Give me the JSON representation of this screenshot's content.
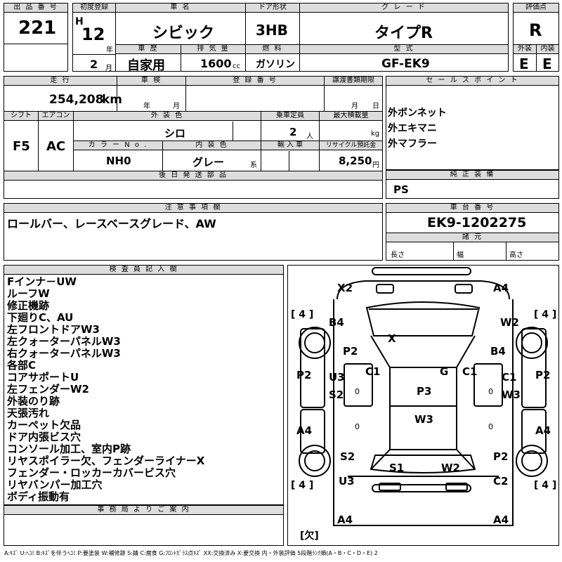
{
  "header": {
    "lot_label": "出 品 番 号",
    "lot": "221",
    "first_reg_label": "初度登録",
    "era": "H",
    "year": "12",
    "year_unit": "年",
    "month": "2",
    "month_unit": "月",
    "car_name_label": "車 名",
    "car_name": "シビック",
    "door_label": "ドア形状",
    "door": "3HB",
    "grade_label": "グ レ ー ド",
    "grade": "タイプR",
    "score_label": "評価点",
    "score": "R",
    "history_label": "車 歴",
    "history": "自家用",
    "displacement_label": "排 気 量",
    "displacement": "1600",
    "displacement_unit": "cc",
    "fuel_label": "燃 料",
    "fuel": "ガソリン",
    "model_label": "型 式",
    "model": "GF-EK9",
    "ext_label": "外装",
    "ext": "E",
    "int_label": "内装",
    "int": "E"
  },
  "row2": {
    "mileage_label": "走 行",
    "mileage": "254,208",
    "mileage_unit": "km",
    "inspection_label": "車 検",
    "insp_year_unit": "年",
    "insp_month_unit": "月",
    "reg_label": "登 録 番 号",
    "deadline_label": "譲渡書類期限",
    "deadline_month_unit": "月",
    "deadline_day_unit": "日",
    "sales_point_label": "セ ー ル ス ポ イ ン ト",
    "sales_points": [
      "外ボンネット",
      "外エキマニ",
      "外マフラー"
    ],
    "shift_label": "シフト",
    "shift": "F5",
    "aircon_label": "エアコン",
    "aircon": "AC",
    "ext_color_label": "外 装 色",
    "ext_color": "シロ",
    "capacity_label": "乗車定員",
    "capacity": "2",
    "capacity_unit": "人",
    "load_label": "最大積載量",
    "load_unit": "kg",
    "color_no_label": "カ ラ ー N o .",
    "color_no": "NH0",
    "int_color_label": "内 装 色",
    "int_color": "グレー",
    "int_color_unit": "系",
    "import_label": "輸 入 車",
    "recycle_label": "リサイクル預託金",
    "recycle": "8,250",
    "recycle_unit": "円",
    "later_parts_label": "後 日 発 送 部 品",
    "genuine_label": "純 正 装 備",
    "genuine": "PS"
  },
  "row3": {
    "caution_label": "注 意 事 項 欄",
    "caution": "ロールバー、レースベースグレード、AW",
    "chassis_label": "車 台 番 号",
    "chassis": "EK9-1202275",
    "specs_label": "諸 元",
    "length_label": "長さ",
    "width_label": "幅",
    "height_label": "高さ"
  },
  "inspector": {
    "label": "検 査 員 記 入 欄",
    "notes": [
      "Fインナ－UW",
      "ルーフW",
      "修正機跡",
      "下廻りC、AU",
      "左フロントドアW3",
      "左クォーターパネルW3",
      "右クォーターパネルW3",
      "各部C",
      "コアサポートU",
      "左フェンダーW2",
      "外装のり跡",
      "天張汚れ",
      "カーペット欠品",
      "ドア内張ビス穴",
      "コンソール加工、室内P跡",
      "リヤスポイラー欠、フェンダーライナーX",
      "フェンダー・ロッカーカバービス穴",
      "リヤバンパー加工穴",
      "ボディ振動有"
    ]
  },
  "office": {
    "label": "事 務 局 よ り ご 案 内"
  },
  "diagram": {
    "labels": [
      {
        "id": "x2",
        "t": "X2"
      },
      {
        "id": "a4tr",
        "t": "A4"
      },
      {
        "id": "b4l",
        "t": "B4"
      },
      {
        "id": "w2r",
        "t": "W2"
      },
      {
        "id": "x",
        "t": "X"
      },
      {
        "id": "p2l",
        "t": "P2"
      },
      {
        "id": "b4r",
        "t": "B4"
      },
      {
        "id": "c1l",
        "t": "C1"
      },
      {
        "id": "g",
        "t": "G"
      },
      {
        "id": "c1r",
        "t": "C1"
      },
      {
        "id": "p2ol",
        "t": "P2"
      },
      {
        "id": "u3",
        "t": "U3"
      },
      {
        "id": "c1ri",
        "t": "C1"
      },
      {
        "id": "p2or",
        "t": "P2"
      },
      {
        "id": "p3",
        "t": "P3"
      },
      {
        "id": "s2l",
        "t": "S2"
      },
      {
        "id": "w3r",
        "t": "W3"
      },
      {
        "id": "w3c",
        "t": "W3"
      },
      {
        "id": "a4l",
        "t": "A4"
      },
      {
        "id": "a4r",
        "t": "A4"
      },
      {
        "id": "s2b",
        "t": "S2"
      },
      {
        "id": "p2br",
        "t": "P2"
      },
      {
        "id": "s1",
        "t": "S1"
      },
      {
        "id": "w2b",
        "t": "W2"
      },
      {
        "id": "u3b",
        "t": "U3"
      },
      {
        "id": "c2",
        "t": "C2"
      },
      {
        "id": "a4bl",
        "t": "A4"
      },
      {
        "id": "a4br",
        "t": "A4"
      },
      {
        "id": "zl1",
        "t": "0"
      },
      {
        "id": "zl2",
        "t": "0"
      },
      {
        "id": "zr1",
        "t": "0"
      },
      {
        "id": "zr2",
        "t": "0"
      }
    ],
    "tire_fl": "[ 4 ]",
    "tire_fr": "[ 4 ]",
    "tire_rl": "[ 4 ]",
    "tire_rr": "[ 4 ]",
    "spare": "[欠]"
  },
  "legend": "A:ｷｽﾞ U:ﾍｺﾐ B:ｷｽﾞを伴うﾍｺﾐ P:要塗装 W:補修跡 S:錆 C:腐食 G:ﾌﾛﾝﾄｶﾞﾗｽ点ｷｽﾞ XX:交換済み X:要交換 内・外装評価 5段階ﾗﾝｸ順(A・B・C・D・E) 2"
}
